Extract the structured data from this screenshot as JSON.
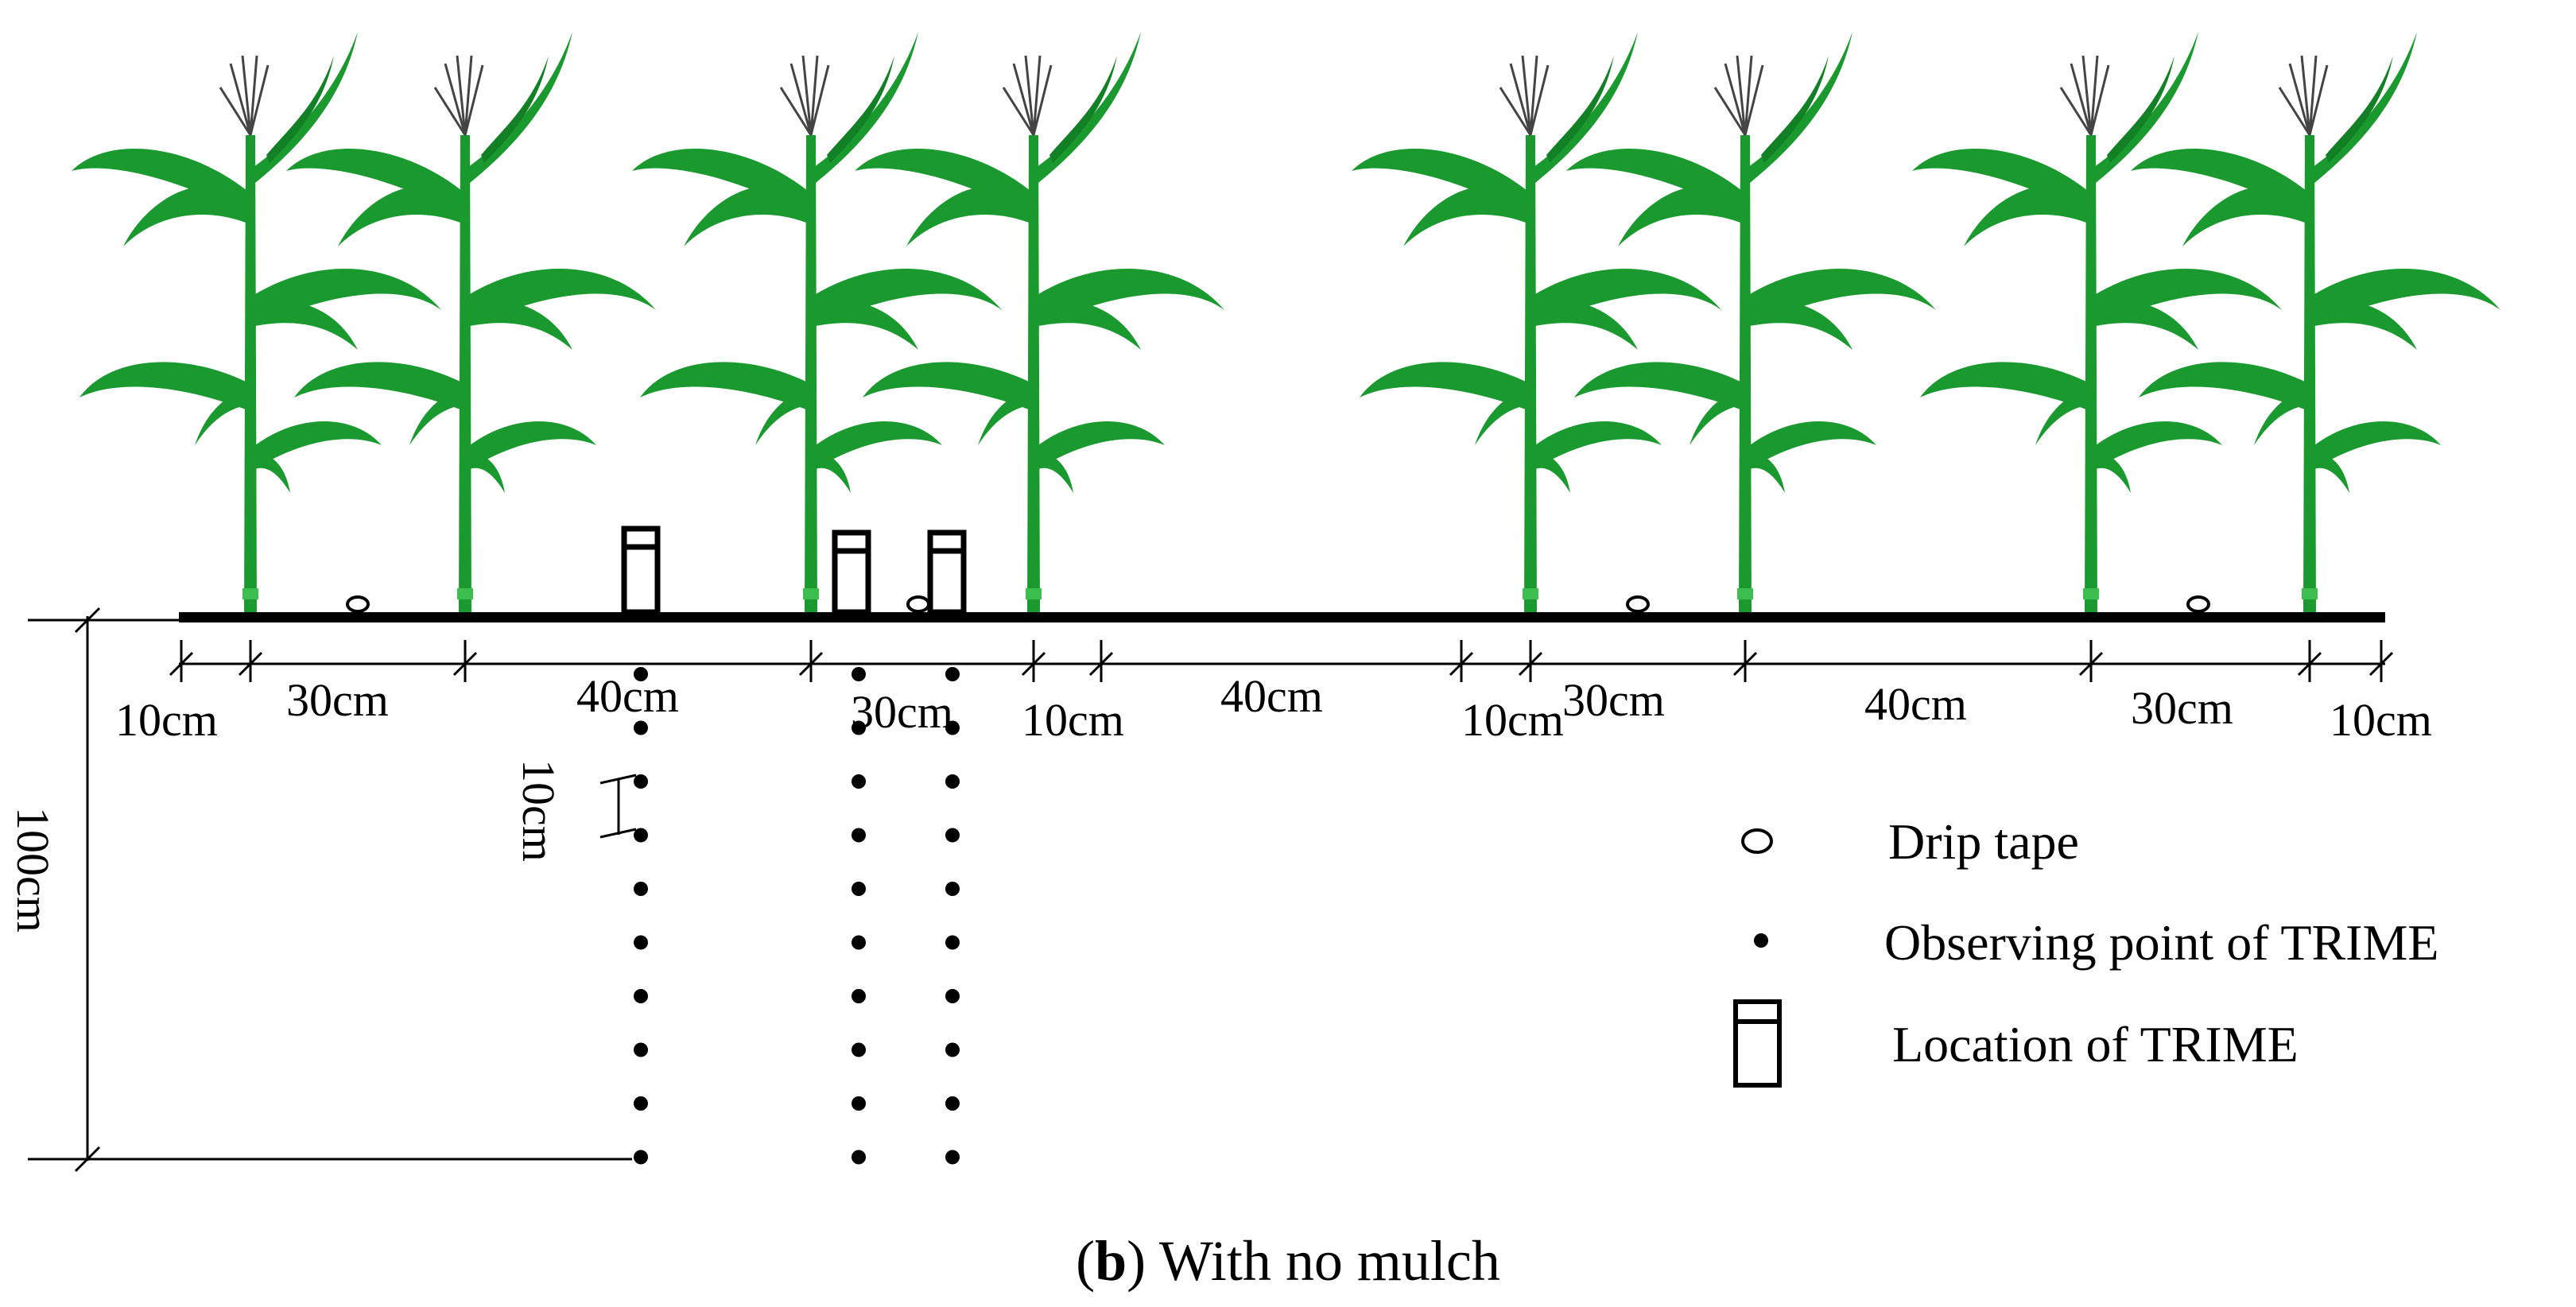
{
  "figure": {
    "caption_letter": "b",
    "caption_rest": " With no mulch"
  },
  "dimensions": {
    "spacings": [
      "10cm",
      "30cm",
      "40cm",
      "30cm",
      "10cm",
      "40cm",
      "10cm",
      "30cm",
      "40cm",
      "30cm",
      "10cm"
    ],
    "depth": "100cm",
    "interval": "10cm"
  },
  "legend": {
    "drip_tape": "Drip tape",
    "observing_point": "Observing point of TRIME",
    "location": "Location of TRIME"
  },
  "colors": {
    "plant": "#1a9a2e",
    "line": "#000000"
  }
}
